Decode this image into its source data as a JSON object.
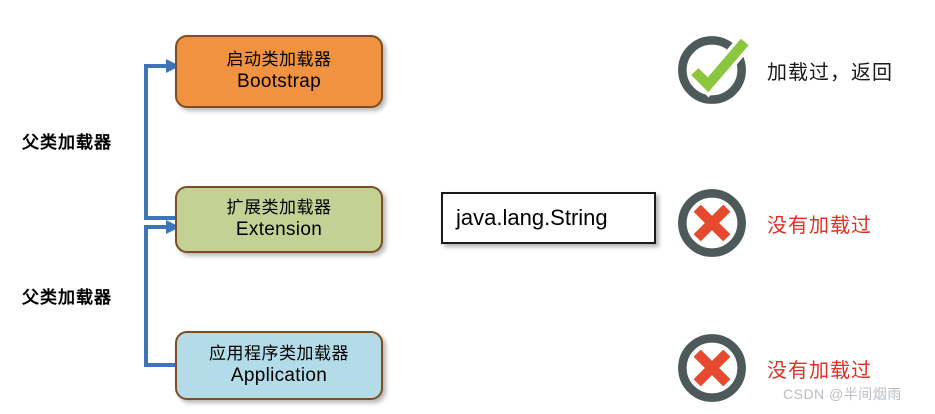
{
  "diagram": {
    "title": "JVM class loader parent delegation",
    "colors": {
      "bootstrap_fill": "#F0923F",
      "extension_fill": "#C3D194",
      "application_fill": "#B4DCE8",
      "box_border": "#7B4F21",
      "connector": "#3E74B8",
      "check_green": "#8CC63E",
      "cross_red": "#E64A2E",
      "ring_gray": "#4E5A59",
      "fail_text": "#E03025"
    },
    "loaders": [
      {
        "cn": "启动类加载器",
        "en": "Bootstrap"
      },
      {
        "cn": "扩展类加载器",
        "en": "Extension"
      },
      {
        "cn": "应用程序类加载器",
        "en": "Application"
      }
    ],
    "side_labels": [
      {
        "text": "父类加载器"
      },
      {
        "text": "父类加载器"
      }
    ],
    "class_box": {
      "name": "java.lang.String"
    },
    "statuses": [
      {
        "icon": "check-circle-icon",
        "text": "加载过，返回",
        "state": "ok"
      },
      {
        "icon": "cross-circle-icon",
        "text": "没有加载过",
        "state": "bad"
      },
      {
        "icon": "cross-circle-icon",
        "text": "没有加载过",
        "state": "bad"
      }
    ],
    "watermark": "CSDN @半间烟雨"
  }
}
